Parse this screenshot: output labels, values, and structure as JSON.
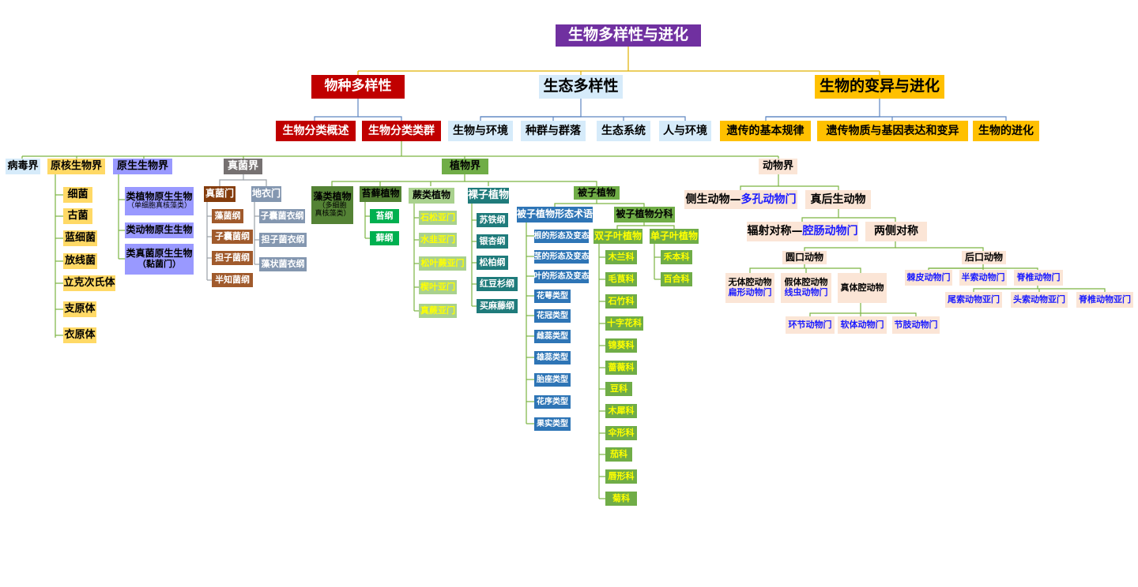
{
  "title": "生物多样性与进化",
  "level1": {
    "species": "物种多样性",
    "eco": "生态多样性",
    "evo": "生物的变异与进化"
  },
  "level2": {
    "cls_intro": "生物分类概述",
    "cls_groups": "生物分类类群",
    "bio_env": "生物与环境",
    "pop_comm": "种群与群落",
    "ecosys": "生态系统",
    "human_env": "人与环境",
    "genetics": "遗传的基本规律",
    "genmat": "遗传物质与基因表达和变异",
    "bioevo": "生物的进化"
  },
  "kingdoms": {
    "virus": "病毒界",
    "prokaryote": "原核生物界",
    "protist": "原生生物界",
    "fungi": "真菌界",
    "plant": "植物界",
    "animal": "动物界"
  },
  "prokaryote_items": [
    "细菌",
    "古菌",
    "蓝细菌",
    "放线菌",
    "立克次氏体",
    "支原体",
    "衣原体"
  ],
  "protist_items": {
    "plantlike": "类植物原生生物",
    "plantlike_note": "（单细胞真核藻类）",
    "animallike": "类动物原生生物",
    "funguslike": "类真菌原生生物",
    "funguslike_note": "（黏菌门）"
  },
  "fungi": {
    "true_fungi": "真菌门",
    "lichen": "地衣门",
    "true_items": [
      "藻菌纲",
      "子囊菌纲",
      "担子菌纲",
      "半知菌纲"
    ],
    "lichen_items": [
      "子囊菌衣纲",
      "担子菌衣纲",
      "藻状菌衣纲"
    ]
  },
  "plants": {
    "algae": "藻类植物",
    "algae_note": "（多细胞真核藻类）",
    "moss": "苔藓植物",
    "moss_items": [
      "苔纲",
      "藓纲"
    ],
    "fern": "蕨类植物",
    "fern_items": [
      "石松亚门",
      "水韭亚门",
      "松叶蕨亚门",
      "楔叶亚门",
      "真蕨亚门"
    ],
    "gymno": "裸子植物",
    "gymno_items": [
      "苏铁纲",
      "银杏纲",
      "松柏纲",
      "红豆杉纲",
      "买麻藤纲"
    ],
    "angio": "被子植物",
    "terms": "被子植物形态术语",
    "term_items": [
      "根的形态及变态",
      "茎的形态及变态",
      "叶的形态及变态",
      "花萼类型",
      "花冠类型",
      "雌蕊类型",
      "雄蕊类型",
      "胎座类型",
      "花序类型",
      "果实类型"
    ],
    "families": "被子植物分科",
    "dicot": "双子叶植物",
    "dicot_items": [
      "木兰科",
      "毛茛科",
      "石竹科",
      "十字花科",
      "锦葵科",
      "蔷薇科",
      "豆科",
      "木犀科",
      "伞形科",
      "茄科",
      "唇形科",
      "菊科"
    ],
    "monocot": "单子叶植物",
    "monocot_items": [
      "禾本科",
      "百合科"
    ]
  },
  "animals": {
    "para_prefix": "侧生动物—",
    "para_phylum": "多孔动物门",
    "eumetazoa": "真后生动物",
    "radial_prefix": "辐射对称—",
    "radial_phylum": "腔肠动物门",
    "bilateral": "两侧对称",
    "protostome": "圆口动物",
    "deuterostome": "后口动物",
    "acoelom": "无体腔动物",
    "acoelom_phylum": "扁形动物门",
    "pseudo": "假体腔动物",
    "pseudo_phylum": "线虫动物门",
    "coelom": "真体腔动物",
    "coelom_items": [
      "环节动物门",
      "软体动物门",
      "节肢动物门"
    ],
    "deut_items": [
      "棘皮动物门",
      "半索动物门",
      "脊椎动物门"
    ],
    "chordate_items": [
      "尾索动物亚门",
      "头索动物亚门",
      "脊椎动物亚门"
    ]
  }
}
